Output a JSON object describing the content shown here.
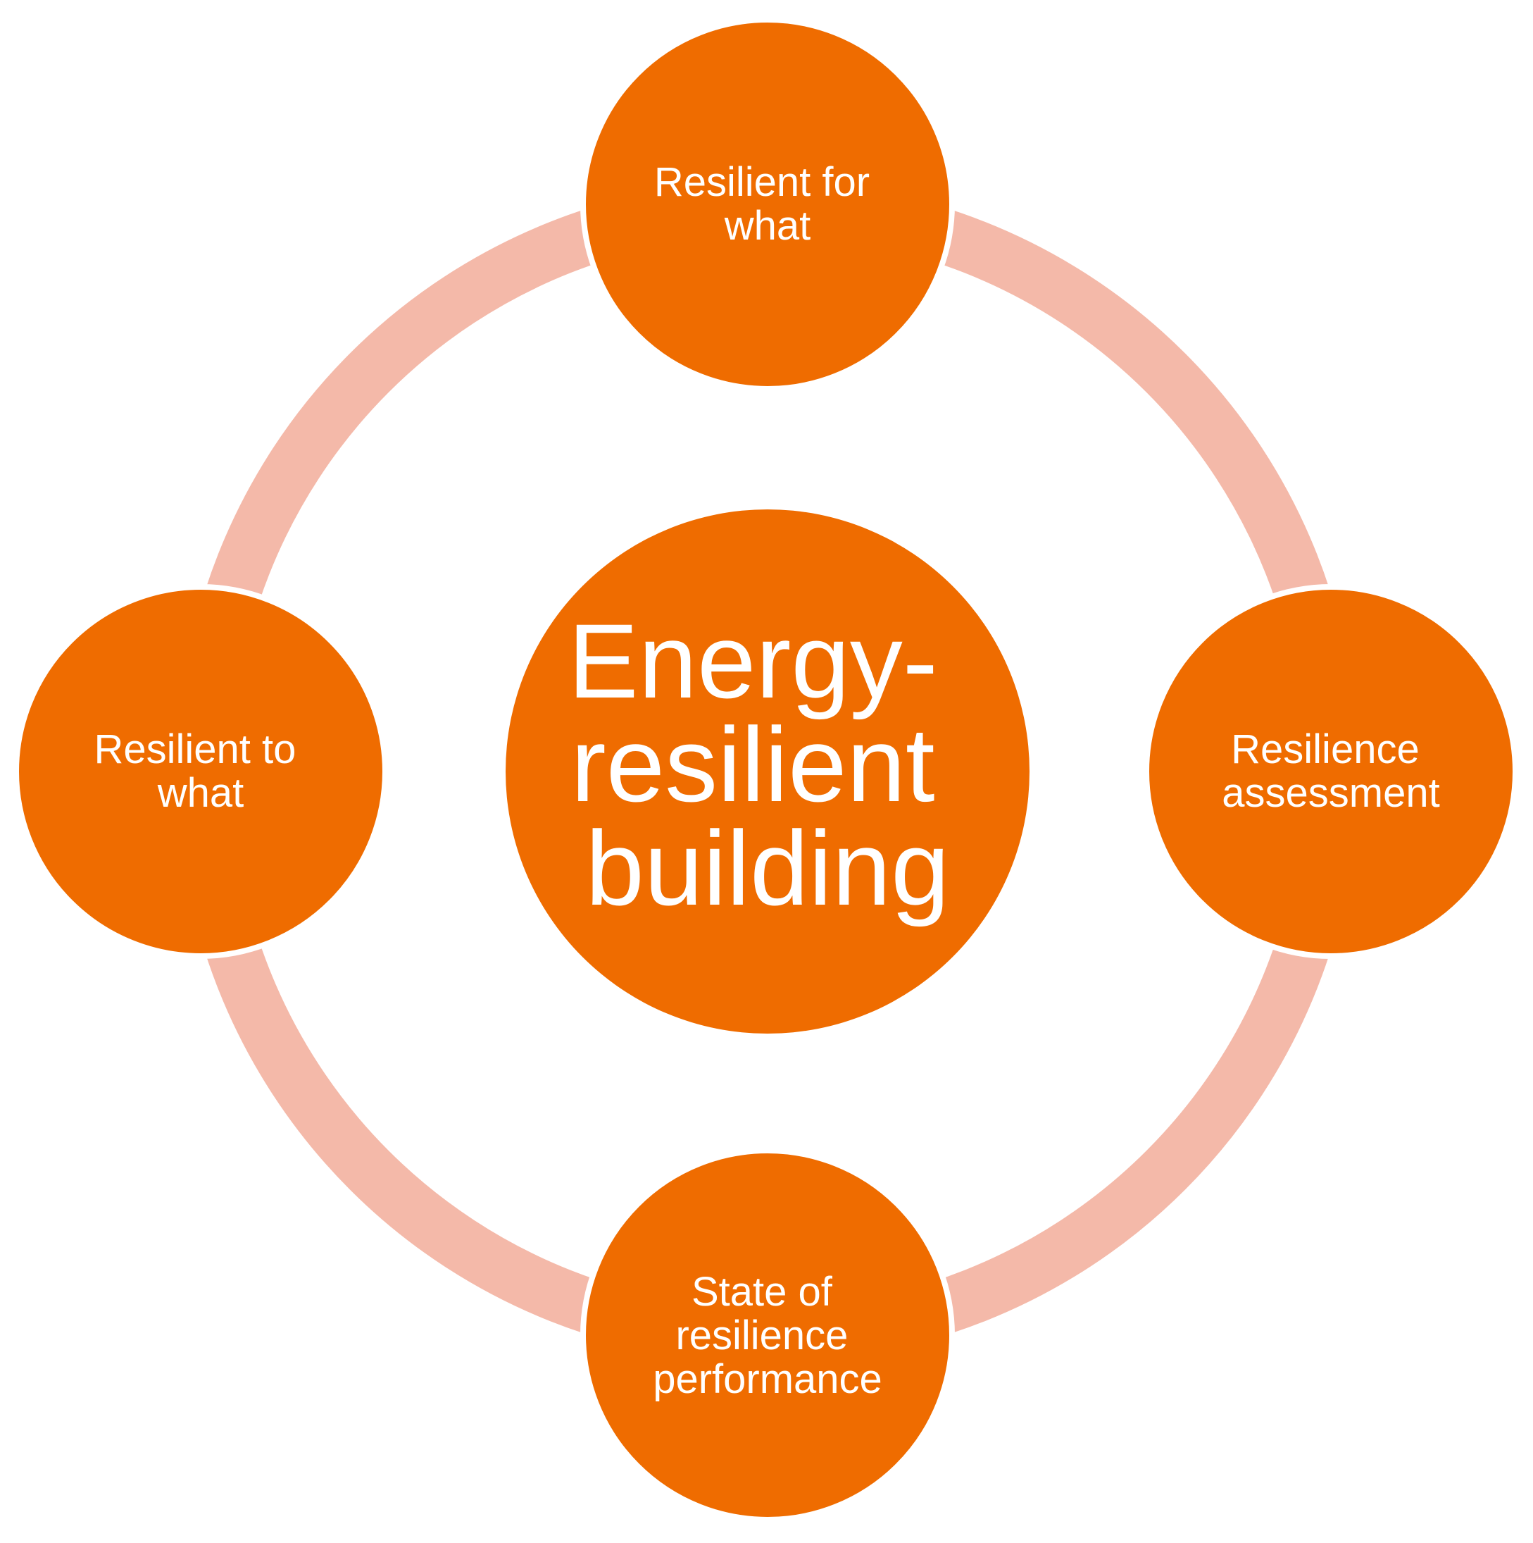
{
  "colors": {
    "ring": "#f4b9a9",
    "node": "#ef6c00",
    "text": "#ffffff",
    "background": "#ffffff"
  },
  "center": {
    "lines": [
      "Energy-",
      "resilient",
      "building"
    ]
  },
  "nodes": [
    {
      "id": "top",
      "lines": [
        "Resilient for",
        "what"
      ]
    },
    {
      "id": "right",
      "lines": [
        "Resilience",
        "assessment"
      ]
    },
    {
      "id": "bottom",
      "lines": [
        "State of",
        "resilience",
        "performance"
      ]
    },
    {
      "id": "left",
      "lines": [
        "Resilient to",
        "what"
      ]
    }
  ]
}
